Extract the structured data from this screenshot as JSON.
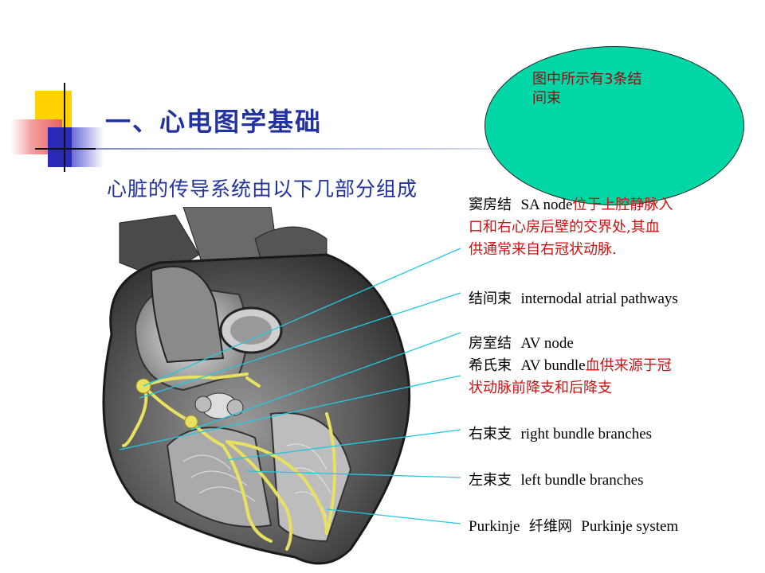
{
  "slide": {
    "title": "一、心电图学基础",
    "subtitle": "心脏的传导系统由以下几部分组成"
  },
  "callout": {
    "text_line1": "图中所示有3条结",
    "text_line2": "间束",
    "fill_color": "#00d6a6"
  },
  "labels": [
    {
      "zh": "窦房结",
      "en": "SA node",
      "note_line1": "位于上腔静脉入",
      "note_line2": "口和右心房后壁的交界处,其血",
      "note_line3": "供通常来自右冠状动脉."
    },
    {
      "zh": "结间束",
      "en": "internodal atrial pathways"
    },
    {
      "zh": "房室结",
      "en": "AV node"
    },
    {
      "zh": "希氏束",
      "en": "AV bundle",
      "note_line1": "血供来源于冠",
      "note_line2": "状动脉前降支和后降支"
    },
    {
      "zh": "右束支",
      "en": "right bundle branches"
    },
    {
      "zh": "左束支",
      "en": "left bundle branches"
    },
    {
      "en_pre": "Purkinje",
      "zh": "纤维网",
      "en": "Purkinje system"
    }
  ],
  "colors": {
    "title": "#2233a0",
    "note_red": "#d01010",
    "leader_line": "#22c8e0",
    "conduction": "#e8e060"
  }
}
